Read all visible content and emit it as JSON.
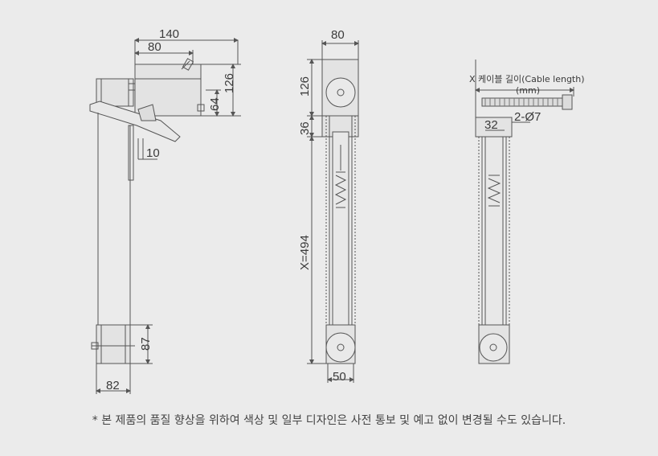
{
  "side_view": {
    "dim_top_width": "140",
    "dim_inner_width": "80",
    "dim_height": "126",
    "dim_height_small": "64",
    "dim_bracket": "10",
    "dim_bottom_height": "87",
    "dim_bottom_width": "82"
  },
  "front_view": {
    "dim_width": "80",
    "dim_head": "126",
    "dim_gap": "36",
    "dim_travel": "X=494",
    "dim_bottom_width": "50"
  },
  "rear_view": {
    "cable_label": "X 케이블 길이(Cable length)",
    "cable_unit": "(mm)",
    "dim_32": "32",
    "dim_holes": "2-Ø7"
  },
  "footnote": "* 본 제품의 품질 향상을 위하여 색상 및 일부 디자인은 사전 통보 및 예고 없이 변경될 수도 있습니다.",
  "colors": {
    "line": "#555555",
    "background": "#ebebeb"
  }
}
